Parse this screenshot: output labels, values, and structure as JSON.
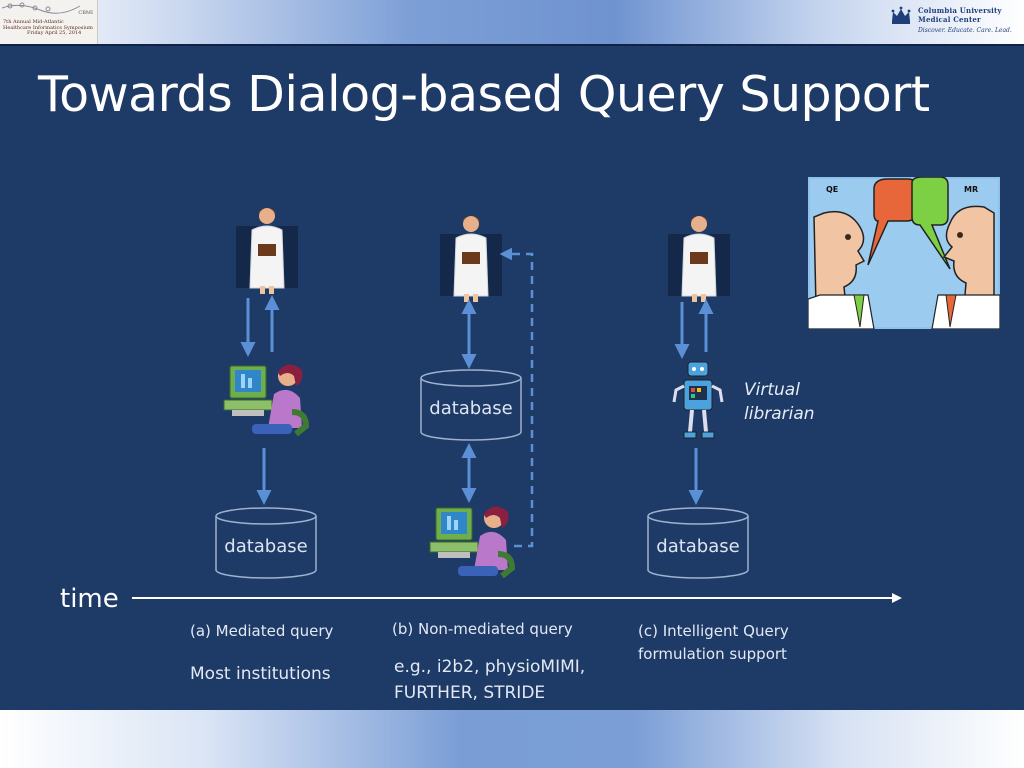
{
  "header": {
    "conference_logo": {
      "title_lines": [
        "7th Annual Mid-Atlantic",
        "Healthcare Informatics Symposium",
        "Friday April 25, 2014"
      ],
      "tag": "CBMI"
    },
    "institution": {
      "name_line1": "Columbia University",
      "name_line2": "Medical Center",
      "motto": "Discover. Educate. Care. Lead.",
      "icon": "crown-icon"
    }
  },
  "slide": {
    "title": "Towards Dialog-based Query Support",
    "time_label": "time",
    "database_label": "database",
    "virtual_librarian": [
      "Virtual",
      "librarian"
    ],
    "scenarios": [
      {
        "caption": "(a) Mediated query",
        "detail": [
          "Most institutions"
        ]
      },
      {
        "caption": "(b) Non-mediated query",
        "detail": [
          "e.g., i2b2, physioMIMI,",
          "FURTHER, STRIDE"
        ]
      },
      {
        "caption_lines": [
          "(c) Intelligent Query",
          "formulation support"
        ]
      }
    ],
    "cartoon": {
      "left_label": "QE",
      "right_label": "MR"
    }
  },
  "colors": {
    "background": "#1e3a66",
    "arrow": "#5b8fd6",
    "text": "#ffffff"
  }
}
